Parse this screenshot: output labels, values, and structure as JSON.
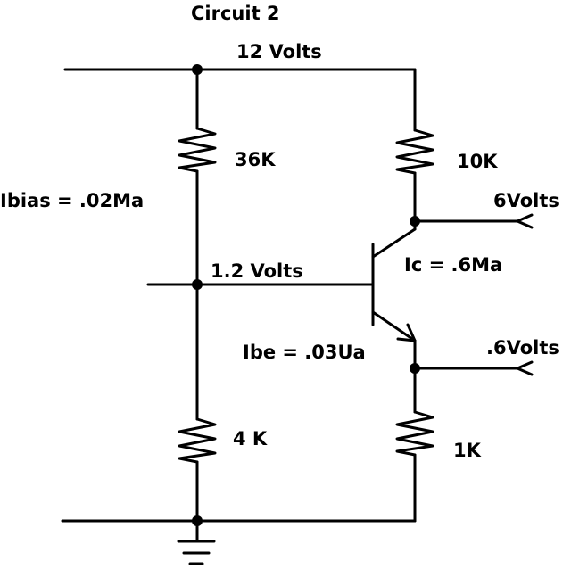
{
  "title": "Circuit 2",
  "supply_label": "12 Volts",
  "resistors": {
    "r_bias_top": "36K",
    "r_collector": "10K",
    "r_bias_bottom": "4 K",
    "r_emitter": "1K"
  },
  "annotations": {
    "ibias": "Ibias = .02Ma",
    "base_voltage": "1.2 Volts",
    "ic": "Ic = .6Ma",
    "ibe": "Ibe = .03Ua",
    "collector_out": "6Volts",
    "emitter_out": ".6Volts"
  }
}
